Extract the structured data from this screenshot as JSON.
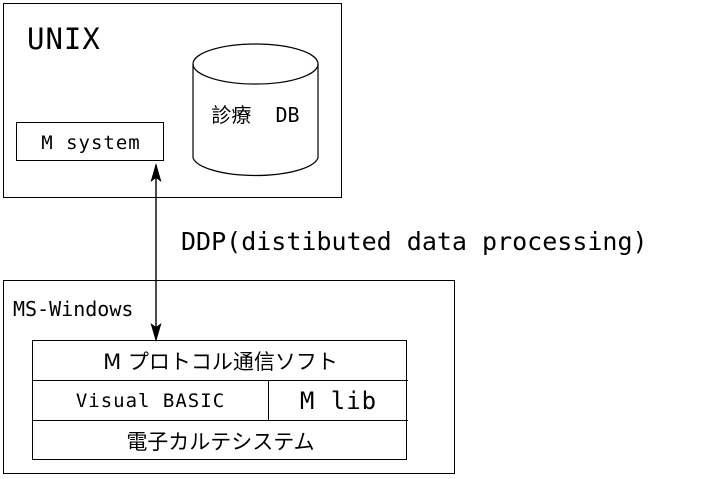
{
  "diagram": {
    "title": "UNIX / MS-Windows DDP system architecture",
    "stroke_color": "#000000",
    "background_color": "#ffffff"
  },
  "unix": {
    "label": "UNIX",
    "m_system": {
      "label": "M system"
    },
    "database": {
      "shape": "cylinder",
      "label_jp": "診療",
      "label_en": "DB",
      "label_full": "診療　DB"
    }
  },
  "connector": {
    "caption": "DDP(distibuted data processing)",
    "style": "double-headed-vertical-arrow",
    "from": "M system",
    "to": "M プロトコル通信ソフト"
  },
  "mswindows": {
    "label": "MS-Windows",
    "stack": {
      "rows": [
        {
          "id": "protocol",
          "cells": [
            {
              "label": "M プロトコル通信ソフト",
              "script": "jp"
            }
          ]
        },
        {
          "id": "middle",
          "cells": [
            {
              "label": "Visual  BASIC",
              "script": "mono"
            },
            {
              "label": "M lib",
              "script": "mono-bold"
            }
          ]
        },
        {
          "id": "karte",
          "cells": [
            {
              "label": "電子カルテシステム",
              "script": "jp"
            }
          ]
        }
      ]
    }
  }
}
